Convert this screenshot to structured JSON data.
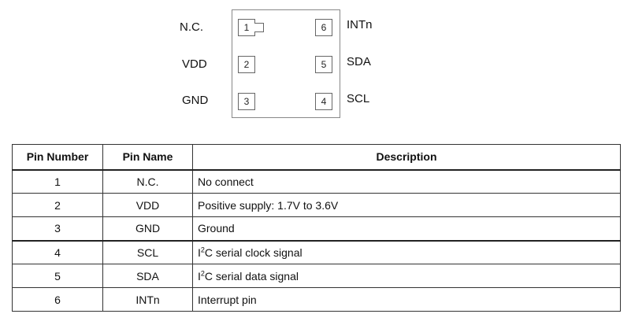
{
  "diagram": {
    "pins": [
      {
        "number": "1",
        "name": "N.C."
      },
      {
        "number": "2",
        "name": "VDD"
      },
      {
        "number": "3",
        "name": "GND"
      },
      {
        "number": "4",
        "name": "SCL"
      },
      {
        "number": "5",
        "name": "SDA"
      },
      {
        "number": "6",
        "name": "INTn"
      }
    ]
  },
  "table": {
    "headers": [
      "Pin Number",
      "Pin Name",
      "Description"
    ],
    "rows": [
      {
        "number": "1",
        "name": "N.C.",
        "desc_pre": "",
        "desc_sup": "",
        "desc": "No connect"
      },
      {
        "number": "2",
        "name": "VDD",
        "desc_pre": "",
        "desc_sup": "",
        "desc": "Positive supply: 1.7V to 3.6V"
      },
      {
        "number": "3",
        "name": "GND",
        "desc_pre": "",
        "desc_sup": "",
        "desc": "Ground"
      },
      {
        "number": "4",
        "name": "SCL",
        "desc_pre": "I",
        "desc_sup": "2",
        "desc": "C serial clock signal"
      },
      {
        "number": "5",
        "name": "SDA",
        "desc_pre": "I",
        "desc_sup": "2",
        "desc": "C serial data signal"
      },
      {
        "number": "6",
        "name": "INTn",
        "desc_pre": "",
        "desc_sup": "",
        "desc": "Interrupt pin"
      }
    ]
  }
}
